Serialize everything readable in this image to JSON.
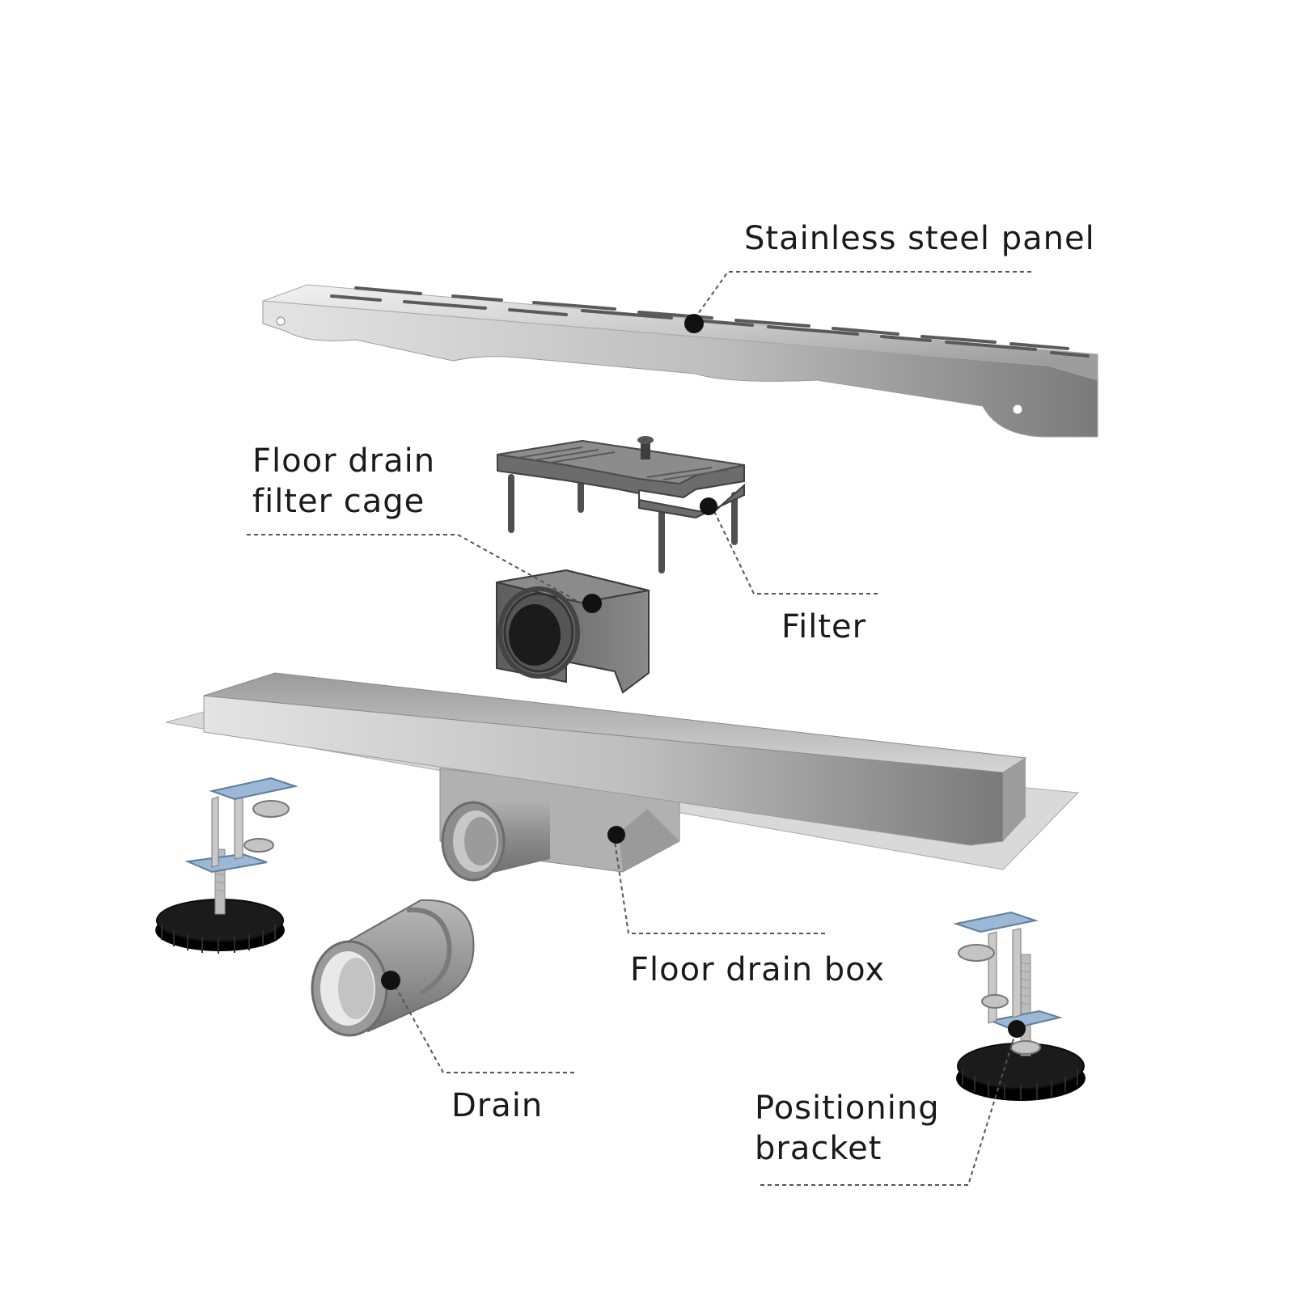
{
  "labels": {
    "stainless_steel_panel": "Stainless steel panel",
    "floor_drain_filter_cage": [
      "Floor drain",
      "filter cage"
    ],
    "filter": "Filter",
    "floor_drain_box": "Floor drain box",
    "drain": "Drain",
    "positioning_bracket": [
      "Positioning",
      "bracket"
    ]
  },
  "colors": {
    "steel_light": "#ececec",
    "steel_mid": "#b9b9b9",
    "steel_dark": "#7d7d7d",
    "plastic_gray": "#6e6e6e",
    "plastic_dark": "#4a4a4a",
    "rubber_black": "#1b1b1b",
    "bracket_blue": "#9cb8d6",
    "leader_dot": "#111111",
    "leader_line": "#555555"
  }
}
